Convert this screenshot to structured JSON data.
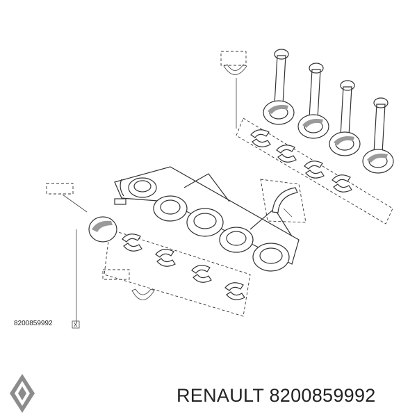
{
  "part_number_label": "8200859992",
  "callout_marker": "X",
  "brand": {
    "name": "RENAULT",
    "part_number": "8200859992",
    "logo_icon": "renault-diamond-logo"
  },
  "colors": {
    "line": "#333333",
    "text": "#222222",
    "logo_gray": "#8c8c8c"
  }
}
